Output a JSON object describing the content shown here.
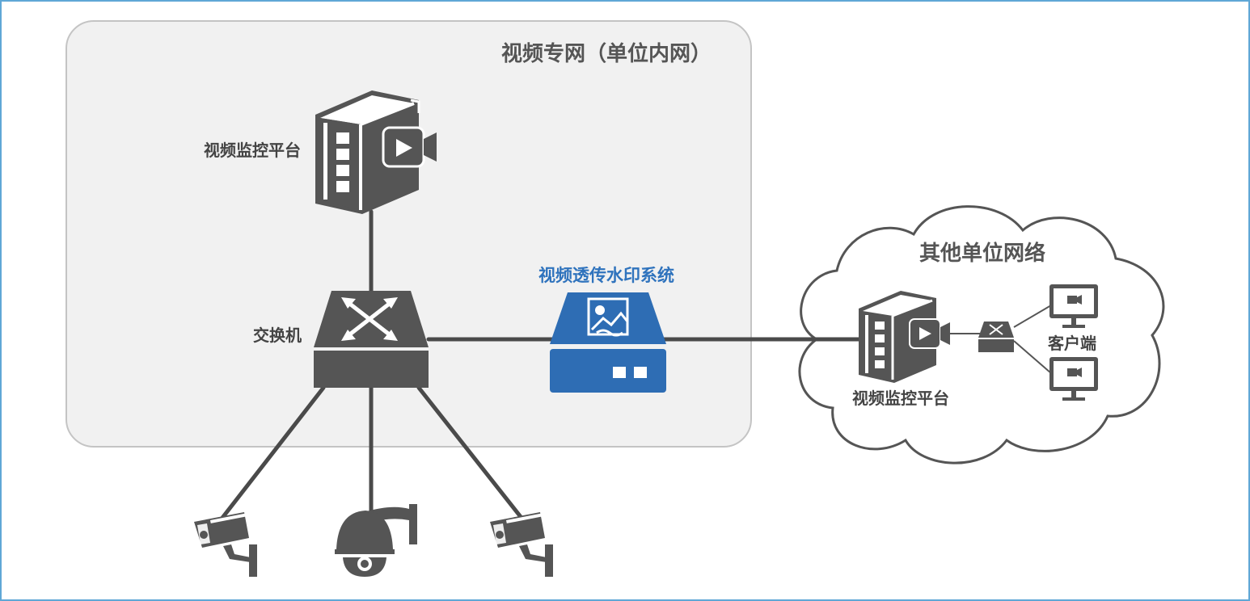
{
  "labels": {
    "private_network_title": "视频专网（单位内网）",
    "platform_internal": "视频监控平台",
    "switch": "交换机",
    "watermark_system": "视频透传水印系统",
    "other_network_title": "其他单位网络",
    "platform_external": "视频监控平台",
    "client": "客户端"
  },
  "colors": {
    "device_gray": "#555555",
    "line_gray": "#4a4a4a",
    "watermark_blue": "#2e6db4",
    "watermark_label_blue": "#2f73bd",
    "private_zone_fill": "#f0f0f0",
    "private_zone_stroke": "#bdbdbd",
    "cloud_stroke": "#555555",
    "frame_border": "#5fa7d6"
  },
  "icons": {
    "platform": "server-with-camera-icon",
    "switch": "network-switch-icon",
    "watermark": "watermark-device-icon",
    "camera": "bullet-camera-icon",
    "dome_camera": "dome-camera-icon",
    "client": "monitor-icon"
  }
}
